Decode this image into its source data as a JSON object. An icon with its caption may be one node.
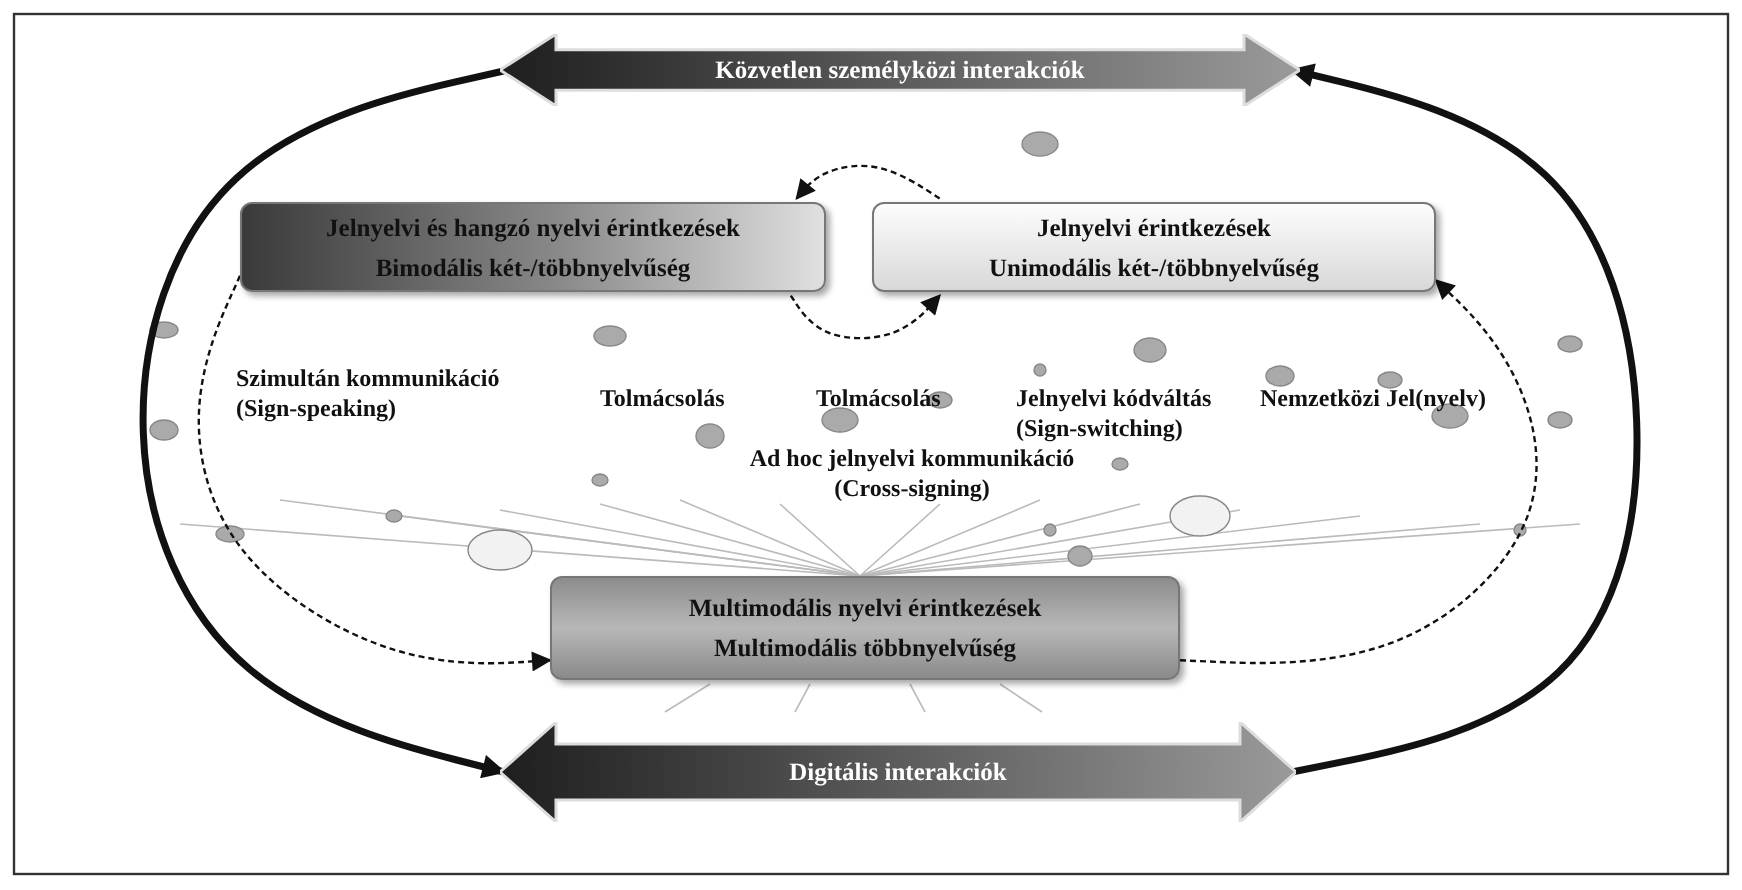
{
  "diagram": {
    "nodes": [
      {
        "text": [
          "Közvetlen személyközi interakciók"
        ]
      },
      {
        "text": [
          "Jelnyelvi és hangzó nyelvi érintkezések",
          "Bimodális két-/többnyelvűség"
        ]
      },
      {
        "text": [
          "Jelnyelvi érintkezések",
          "Unimodális két-/többnyelvűség"
        ]
      },
      {
        "text": [
          "Multimodális nyelvi érintkezések",
          "Multimodális többnyelvűség"
        ]
      },
      {
        "text": [
          "Digitális interakciók"
        ]
      }
    ],
    "edges": [
      {
        "from": 0,
        "to": 4,
        "arrow": "to",
        "style": "thick"
      },
      {
        "from": 4,
        "to": 0,
        "arrow": "to",
        "style": "thick"
      },
      {
        "from": 1,
        "to": 3,
        "arrow": "to",
        "style": "dashed"
      },
      {
        "from": 3,
        "to": 2,
        "arrow": "to",
        "style": "dashed"
      },
      {
        "from": 2,
        "to": 1,
        "arrow": "to",
        "style": "dashed"
      },
      {
        "from": 1,
        "to": 2,
        "arrow": "to",
        "style": "dashed"
      }
    ],
    "labels": [
      "Szimultán kommunikáció (Sign-speaking)",
      "Tolmácsolás",
      "Tolmácsolás",
      "Jelnyelvi kódváltás (Sign-switching)",
      "Nemzetközi Jel(nyelv)",
      "Ad hoc jelnyelvi kommunikáció (Cross-signing)"
    ]
  }
}
